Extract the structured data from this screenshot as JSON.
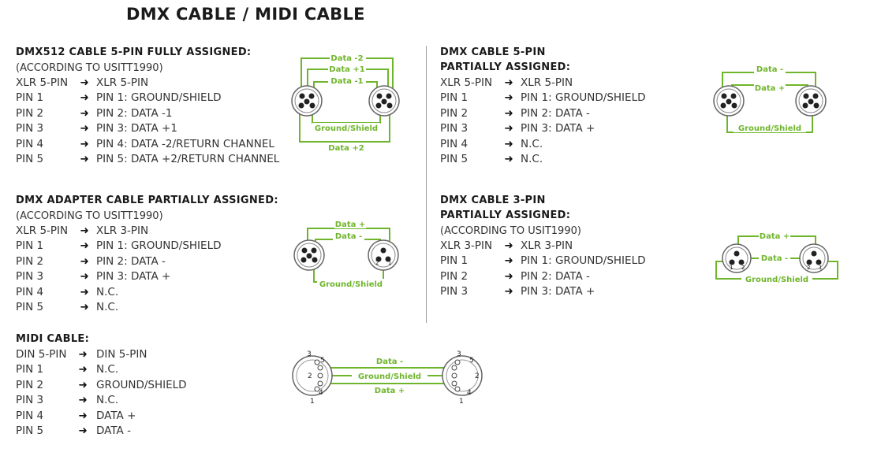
{
  "title": "DMX CABLE / MIDI CABLE",
  "colors": {
    "wire": "#6fb52c",
    "text": "#1a1a1a"
  },
  "sections": {
    "dmx512": {
      "heading": "DMX512 CABLE 5-PIN FULLY ASSIGNED:",
      "sub": "(ACCORDING TO USITT1990)",
      "rows": [
        [
          "XLR 5-PIN",
          "XLR 5-PIN"
        ],
        [
          "PIN 1",
          "PIN 1: GROUND/SHIELD"
        ],
        [
          "PIN 2",
          "PIN 2: DATA -1"
        ],
        [
          "PIN 3",
          "PIN 3: DATA +1"
        ],
        [
          "PIN 4",
          "PIN 4: DATA -2/RETURN CHANNEL"
        ],
        [
          "PIN 5",
          "PIN 5: DATA +2/RETURN CHANNEL"
        ]
      ]
    },
    "adapter": {
      "heading": "DMX ADAPTER CABLE PARTIALLY ASSIGNED:",
      "sub": "(ACCORDING TO USITT1990)",
      "rows": [
        [
          "XLR 5-PIN",
          "XLR 3-PIN"
        ],
        [
          "PIN 1",
          "PIN 1: GROUND/SHIELD"
        ],
        [
          "PIN 2",
          "PIN 2: DATA -"
        ],
        [
          "PIN 3",
          "PIN 3: DATA +"
        ],
        [
          "PIN 4",
          "N.C."
        ],
        [
          "PIN 5",
          "N.C."
        ]
      ]
    },
    "midi": {
      "heading": "MIDI CABLE:",
      "rows": [
        [
          "DIN 5-PIN",
          "DIN 5-PIN"
        ],
        [
          "PIN 1",
          "N.C."
        ],
        [
          "PIN 2",
          "GROUND/SHIELD"
        ],
        [
          "PIN 3",
          "N.C."
        ],
        [
          "PIN 4",
          "DATA +"
        ],
        [
          "PIN 5",
          "DATA -"
        ]
      ]
    },
    "dmx5p": {
      "heading": "DMX CABLE 5-PIN",
      "heading2": "PARTIALLY ASSIGNED:",
      "rows": [
        [
          "XLR 5-PIN",
          "XLR 5-PIN"
        ],
        [
          "PIN 1",
          "PIN 1: GROUND/SHIELD"
        ],
        [
          "PIN 2",
          "PIN 2: DATA -"
        ],
        [
          "PIN 3",
          "PIN 3: DATA +"
        ],
        [
          "PIN 4",
          "N.C."
        ],
        [
          "PIN 5",
          "N.C."
        ]
      ]
    },
    "dmx3p": {
      "heading": "DMX CABLE 3-PIN",
      "heading2": "PARTIALLY ASSIGNED:",
      "sub": "(ACCORDING TO USIT1990)",
      "rows": [
        [
          "XLR 3-PIN",
          "XLR 3-PIN"
        ],
        [
          "PIN 1",
          "PIN 1: GROUND/SHIELD"
        ],
        [
          "PIN 2",
          "PIN 2: DATA -"
        ],
        [
          "PIN 3",
          "PIN 3: DATA +"
        ]
      ]
    }
  },
  "arrow": "➜",
  "diagrams": {
    "dmx512": {
      "w1": "Data -2",
      "w2": "Data +1",
      "w3": "Data -1",
      "ground": "Ground/Shield",
      "w5": "Data +2"
    },
    "adapter": {
      "w1": "Data +",
      "w2": "Data -",
      "ground": "Ground/Shield"
    },
    "dmx5p": {
      "w1": "Data -",
      "w2": "Data +",
      "ground": "Ground/Shield"
    },
    "dmx3p": {
      "w1": "Data +",
      "w2": "Data -",
      "ground": "Ground/Shield"
    },
    "midi": {
      "w1": "Data -",
      "w2": "Ground/Shield",
      "w3": "Data +"
    }
  },
  "pin_numbers": {
    "p1": "1",
    "p2": "2",
    "p3": "3",
    "p4": "4",
    "p5": "5"
  }
}
